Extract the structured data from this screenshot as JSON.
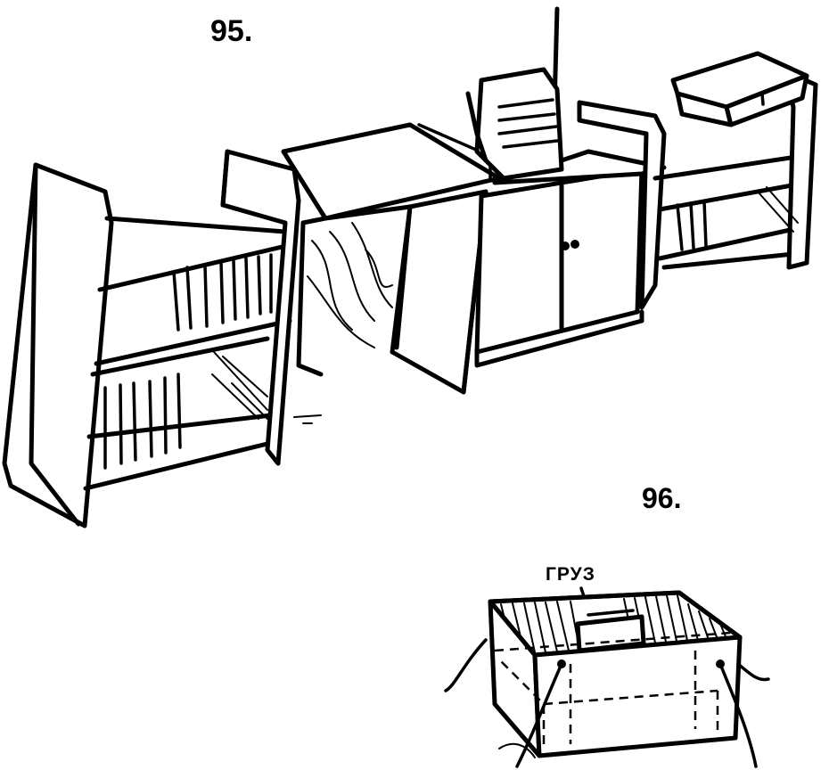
{
  "figures": {
    "fig95": {
      "label": "95."
    },
    "fig96": {
      "label": "96.",
      "callout": "ГРУЗ"
    }
  },
  "colors": {
    "ink": "#000000",
    "paper": "#ffffff"
  }
}
